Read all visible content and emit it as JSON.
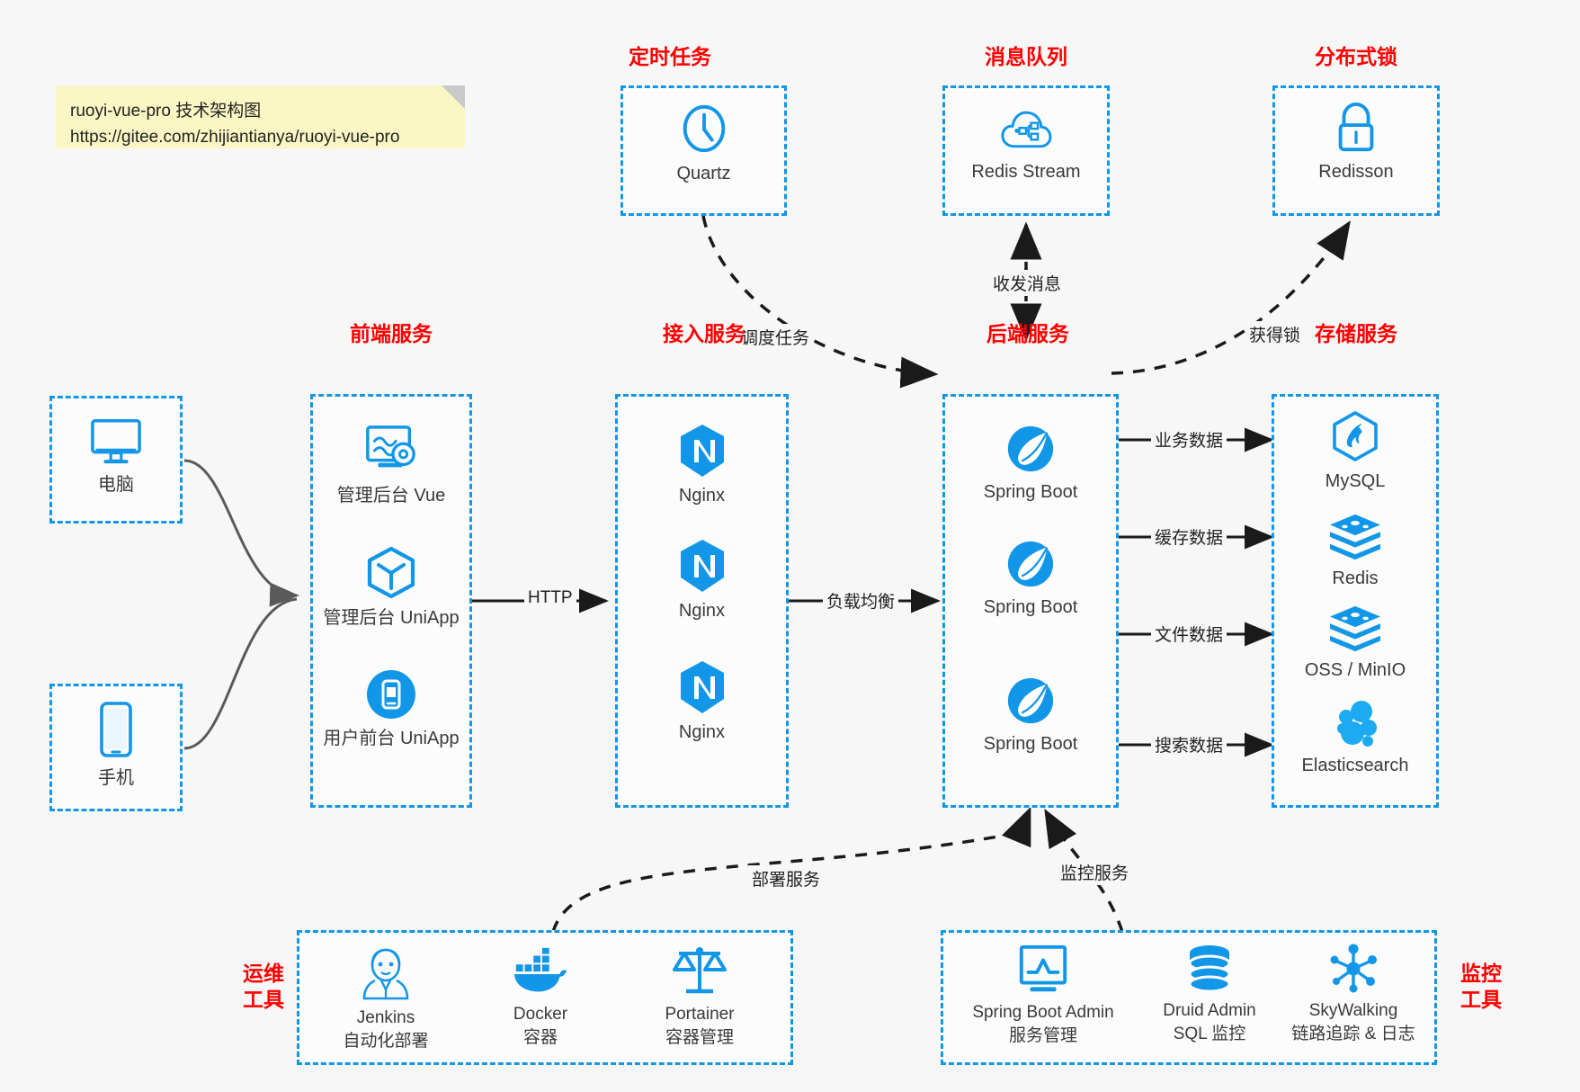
{
  "note": {
    "line1": "ruoyi-vue-pro 技术架构图",
    "line2": "https://gitee.com/zhijiantianya/ruoyi-vue-pro"
  },
  "colors": {
    "box_border": "#1296e8",
    "group_title": "#ff0000",
    "icon_blue": "#1296e8",
    "background": "#f7f7f7",
    "note_bg": "#fbf7c4",
    "arrow_solid": "#1a1a1a",
    "arrow_curve": "#5a5a5a"
  },
  "groups": {
    "scheduler": {
      "title": "定时任务",
      "nodes": [
        {
          "label": "Quartz",
          "icon": "clock-icon"
        }
      ]
    },
    "mq": {
      "title": "消息队列",
      "nodes": [
        {
          "label": "Redis Stream",
          "icon": "cloud-stream-icon"
        }
      ]
    },
    "lock": {
      "title": "分布式锁",
      "nodes": [
        {
          "label": "Redisson",
          "icon": "padlock-icon"
        }
      ]
    },
    "clients": {
      "nodes": [
        {
          "label": "电脑",
          "icon": "desktop-monitor-icon"
        },
        {
          "label": "手机",
          "icon": "mobile-phone-icon"
        }
      ]
    },
    "frontend": {
      "title": "前端服务",
      "nodes": [
        {
          "label": "管理后台 Vue",
          "icon": "dashboard-gear-icon"
        },
        {
          "label": "管理后台 UniApp",
          "icon": "cube-icon"
        },
        {
          "label": "用户前台 UniApp",
          "icon": "mobile-app-icon"
        }
      ]
    },
    "gateway": {
      "title": "接入服务",
      "nodes": [
        {
          "label": "Nginx",
          "icon": "nginx-icon"
        },
        {
          "label": "Nginx",
          "icon": "nginx-icon"
        },
        {
          "label": "Nginx",
          "icon": "nginx-icon"
        }
      ]
    },
    "backend": {
      "title": "后端服务",
      "nodes": [
        {
          "label": "Spring Boot",
          "icon": "spring-leaf-icon"
        },
        {
          "label": "Spring Boot",
          "icon": "spring-leaf-icon"
        },
        {
          "label": "Spring Boot",
          "icon": "spring-leaf-icon"
        }
      ]
    },
    "storage": {
      "title": "存储服务",
      "nodes": [
        {
          "label": "MySQL",
          "icon": "mysql-dolphin-icon"
        },
        {
          "label": "Redis",
          "icon": "redis-stack-icon"
        },
        {
          "label": "OSS / MinIO",
          "icon": "redis-stack-icon"
        },
        {
          "label": "Elasticsearch",
          "icon": "elasticsearch-cluster-icon"
        }
      ]
    },
    "devops": {
      "title_line1": "运维",
      "title_line2": "工具",
      "nodes": [
        {
          "label": "Jenkins",
          "sub": "自动化部署",
          "icon": "jenkins-butler-icon"
        },
        {
          "label": "Docker",
          "sub": "容器",
          "icon": "docker-whale-icon"
        },
        {
          "label": "Portainer",
          "sub": "容器管理",
          "icon": "scales-icon"
        }
      ]
    },
    "monitoring": {
      "title_line1": "监控",
      "title_line2": "工具",
      "nodes": [
        {
          "label": "Spring Boot Admin",
          "sub": "服务管理",
          "icon": "monitor-chart-icon"
        },
        {
          "label": "Druid Admin",
          "sub": "SQL 监控",
          "icon": "database-stack-icon"
        },
        {
          "label": "SkyWalking",
          "sub": "链路追踪 & 日志",
          "icon": "skywalking-nodes-icon"
        }
      ]
    }
  },
  "edges": {
    "http": "HTTP",
    "load_balance": "负载均衡",
    "schedule_task": "调度任务",
    "send_receive_message": "收发消息",
    "acquire_lock": "获得锁",
    "business_data": "业务数据",
    "cache_data": "缓存数据",
    "file_data": "文件数据",
    "search_data": "搜索数据",
    "deploy_service": "部署服务",
    "monitor_service": "监控服务"
  }
}
